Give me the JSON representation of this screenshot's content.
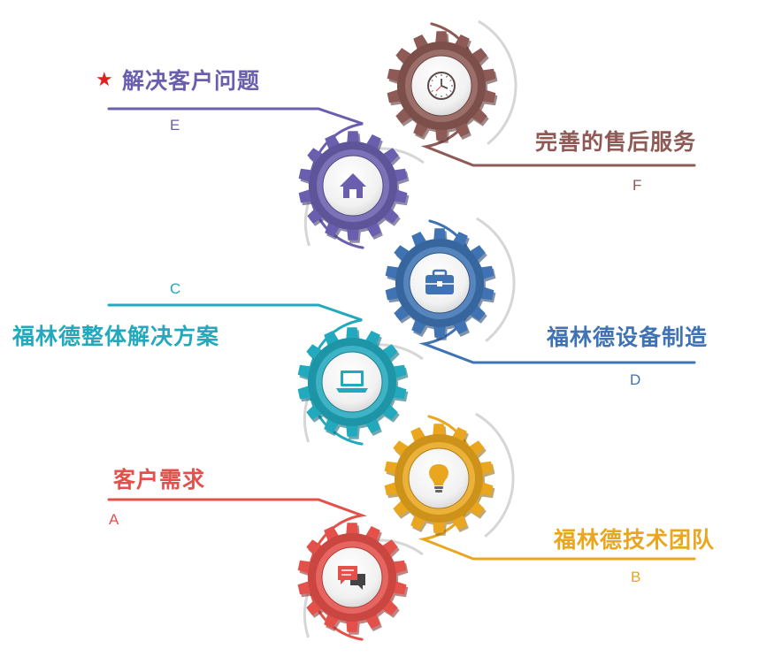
{
  "steps": [
    {
      "letter": "F",
      "title": "完善的售后服务",
      "color": "#8d5a55",
      "icon": "clock-icon"
    },
    {
      "letter": "E",
      "title": "解决客户问题",
      "color": "#6a5fae",
      "icon": "home-icon",
      "starred": true
    },
    {
      "letter": "D",
      "title": "福林德设备制造",
      "color": "#3f73b3",
      "icon": "briefcase-icon"
    },
    {
      "letter": "C",
      "title": "福林德整体解决方案",
      "color": "#22a9bd",
      "icon": "laptop-icon"
    },
    {
      "letter": "B",
      "title": "福林德技术团队",
      "color": "#e9a61e",
      "icon": "lightbulb-icon"
    },
    {
      "letter": "A",
      "title": "客户需求",
      "color": "#e4504a",
      "icon": "chat-bubbles-icon"
    }
  ]
}
